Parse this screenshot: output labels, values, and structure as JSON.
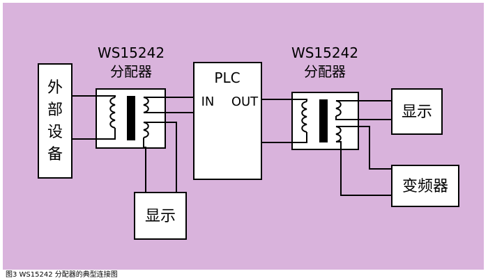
{
  "colors": {
    "background": "#d9b3dc",
    "box_fill": "#ffffff",
    "line": "#000000"
  },
  "external_device": {
    "label_chars": [
      "外",
      "部",
      "设",
      "备"
    ]
  },
  "left_distributor": {
    "model": "WS15242",
    "name": "分配器"
  },
  "plc": {
    "title": "PLC",
    "in_label": "IN",
    "out_label": "OUT"
  },
  "right_distributor": {
    "model": "WS15242",
    "name": "分配器"
  },
  "displays": {
    "bottom_left": "显示",
    "right_top": "显示"
  },
  "inverter": {
    "label": "变频器"
  },
  "caption": "图3  WS15242 分配器的典型连接图"
}
